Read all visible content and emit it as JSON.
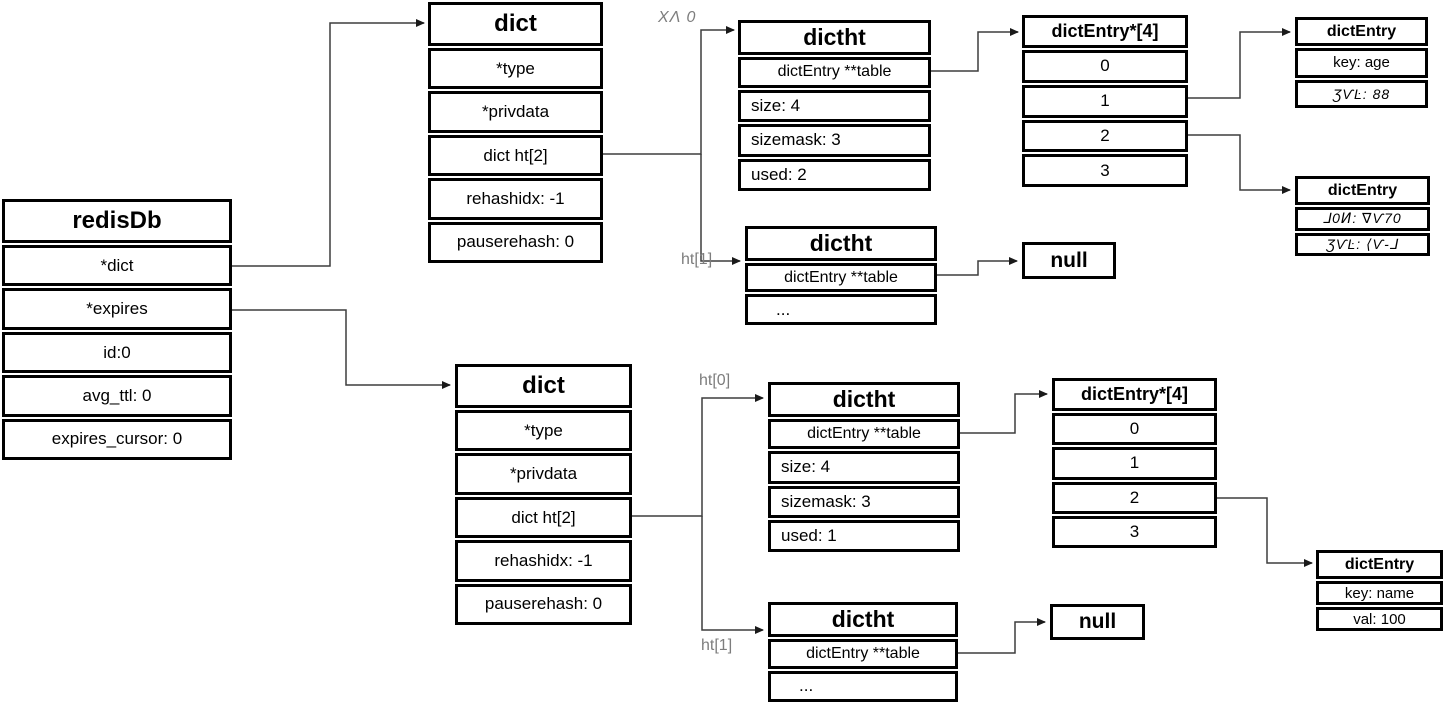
{
  "boxes": {
    "redisdb": {
      "title": "redisDb",
      "rows": [
        "*dict",
        "*expires",
        "id:0",
        "avg_ttl: 0",
        "expires_cursor: 0"
      ]
    },
    "dict_top": {
      "title": "dict",
      "rows": [
        "*type",
        "*privdata",
        "dict ht[2]",
        "rehashidx: -1",
        "pauserehash: 0"
      ]
    },
    "dict_bottom": {
      "title": "dict",
      "rows": [
        "*type",
        "*privdata",
        "dict ht[2]",
        "rehashidx: -1",
        "pauserehash: 0"
      ]
    },
    "dictht_top0": {
      "title": "dictht",
      "rows": [
        "dictEntry **table",
        "size: 4",
        "sizemask: 3",
        "used: 2"
      ]
    },
    "dictht_top1": {
      "title": "dictht",
      "rows": [
        "dictEntry **table",
        "..."
      ]
    },
    "dictht_bottom0": {
      "title": "dictht",
      "rows": [
        "dictEntry **table",
        "size: 4",
        "sizemask: 3",
        "used: 1"
      ]
    },
    "dictht_bottom1": {
      "title": "dictht",
      "rows": [
        "dictEntry **table",
        "..."
      ]
    },
    "array_top": {
      "title": "dictEntry*[4]",
      "rows": [
        "0",
        "1",
        "2",
        "3"
      ]
    },
    "array_bottom": {
      "title": "dictEntry*[4]",
      "rows": [
        "0",
        "1",
        "2",
        "3"
      ]
    },
    "entry_age": {
      "title": "dictEntry",
      "rows": [
        "key: age",
        "ƷѴĿ: 88"
      ]
    },
    "entry_other": {
      "title": "dictEntry",
      "rows": [
        "⅃0Ͷ: ∇Ѵ70",
        "ƷѴĿ: ⟨Ѵ-⅃"
      ]
    },
    "entry_name": {
      "title": "dictEntry",
      "rows": [
        "key: name",
        "val: 100"
      ]
    },
    "null_top": {
      "title": "null"
    },
    "null_bottom": {
      "title": "null"
    }
  },
  "labels": {
    "ht0_top": "ΧΛ 0",
    "ht1_top": "ht[1]",
    "ht0_bottom": "ht[0]",
    "ht1_bottom": "ht[1]"
  },
  "colors": {
    "border": "#000000",
    "line": "#3d3d3d",
    "label_gray": "#7d7d7d",
    "background": "#ffffff"
  }
}
